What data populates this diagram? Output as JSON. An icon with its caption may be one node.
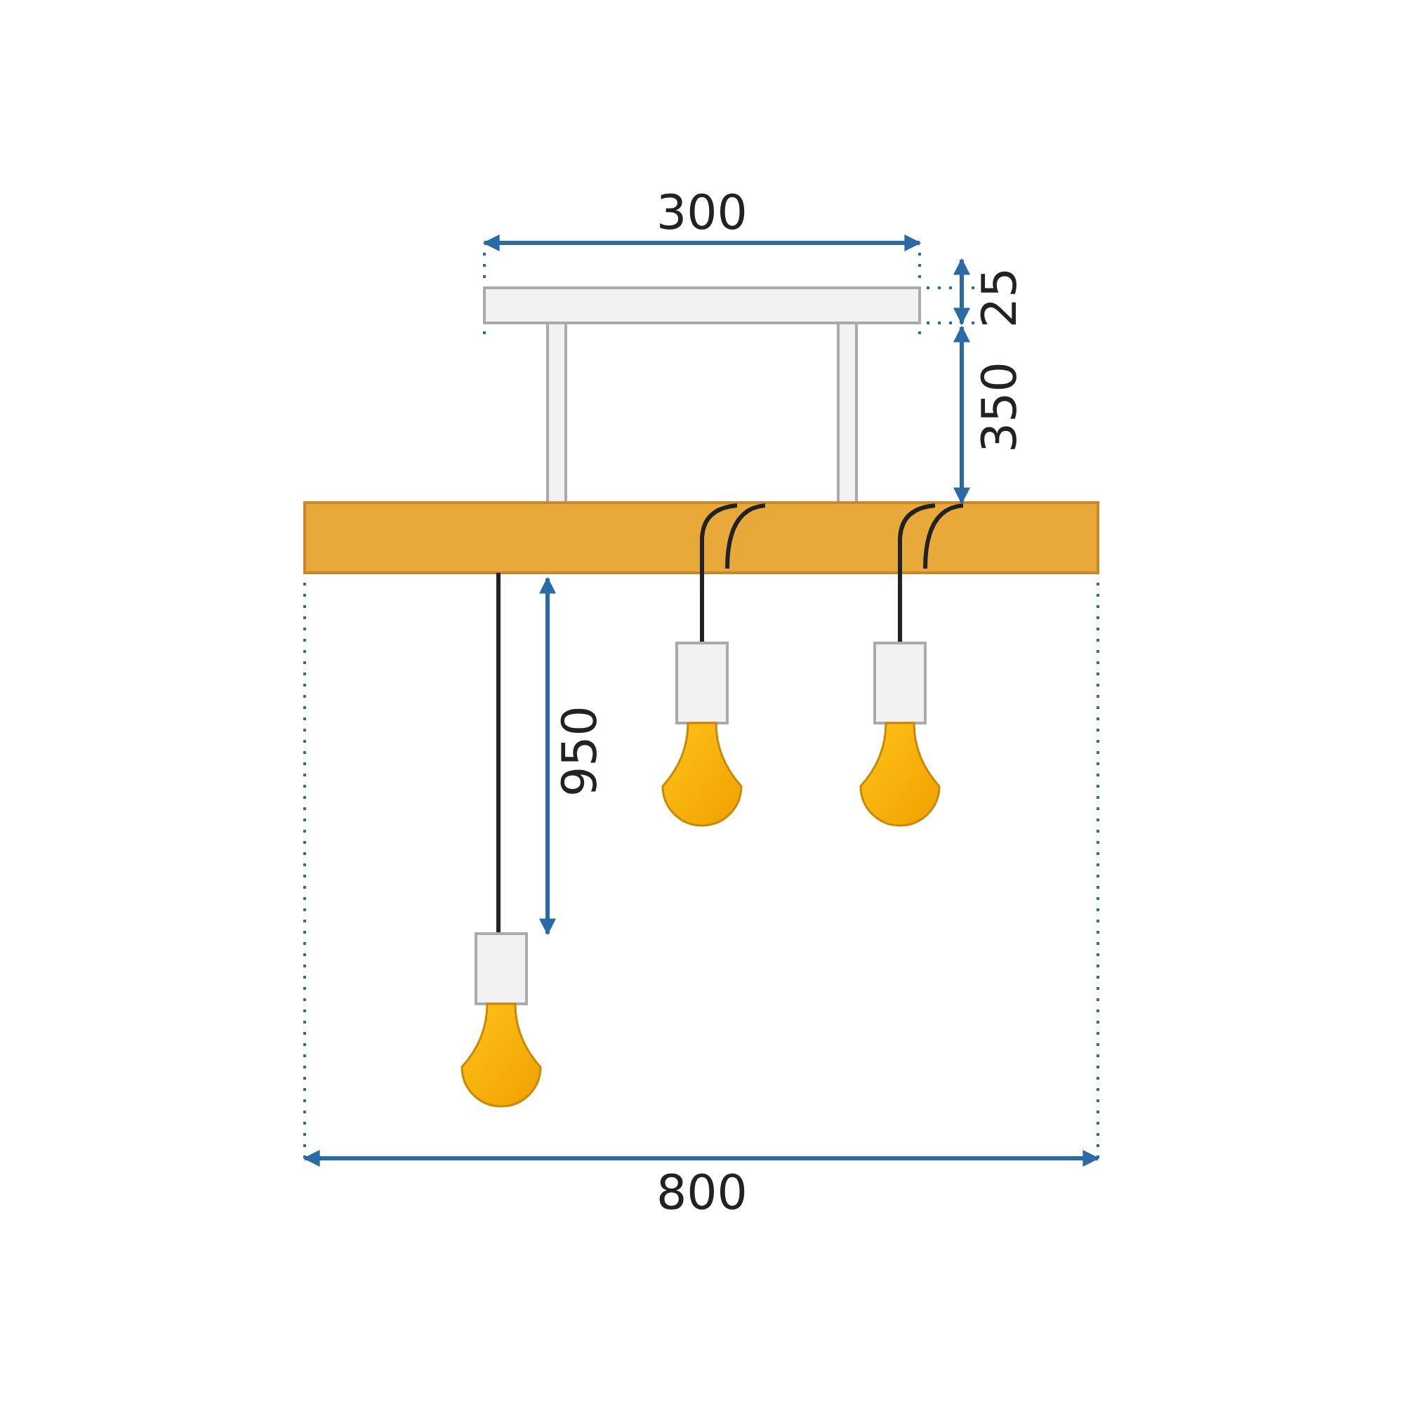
{
  "diagram": {
    "labels": [
      "300",
      "25",
      "350",
      "950",
      "800"
    ]
  }
}
